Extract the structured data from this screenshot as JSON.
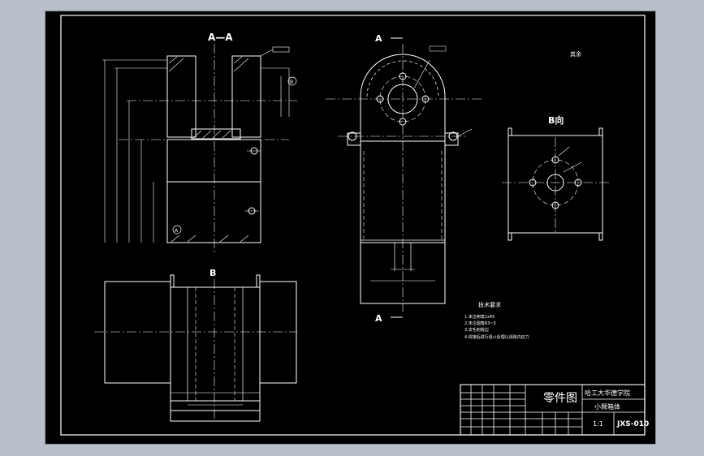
{
  "drawing": {
    "section_aa": "A—A",
    "view_b": "B",
    "view_b_dir": "B向",
    "arrow_a_top": "A",
    "arrow_a_bottom": "A",
    "corner_note": "其余",
    "technical_requirements": {
      "heading": "技术要求",
      "items": [
        "1.未注倒角1x45",
        "2.未注圆角R3~5",
        "3.去毛刺锐边",
        "4.焊接后进行退火处理以消除内应力"
      ]
    },
    "balloon_a": "A",
    "balloon_b": "B"
  },
  "title_block": {
    "drawing_kind": "零件图",
    "school": "哈工大华德学院",
    "part_name": "小臂箱体",
    "scale": "1:1",
    "drawing_number": "JXS-010"
  },
  "colors": {
    "background": "#000000",
    "lines": "#ffffff",
    "window": "#b8bfca"
  }
}
